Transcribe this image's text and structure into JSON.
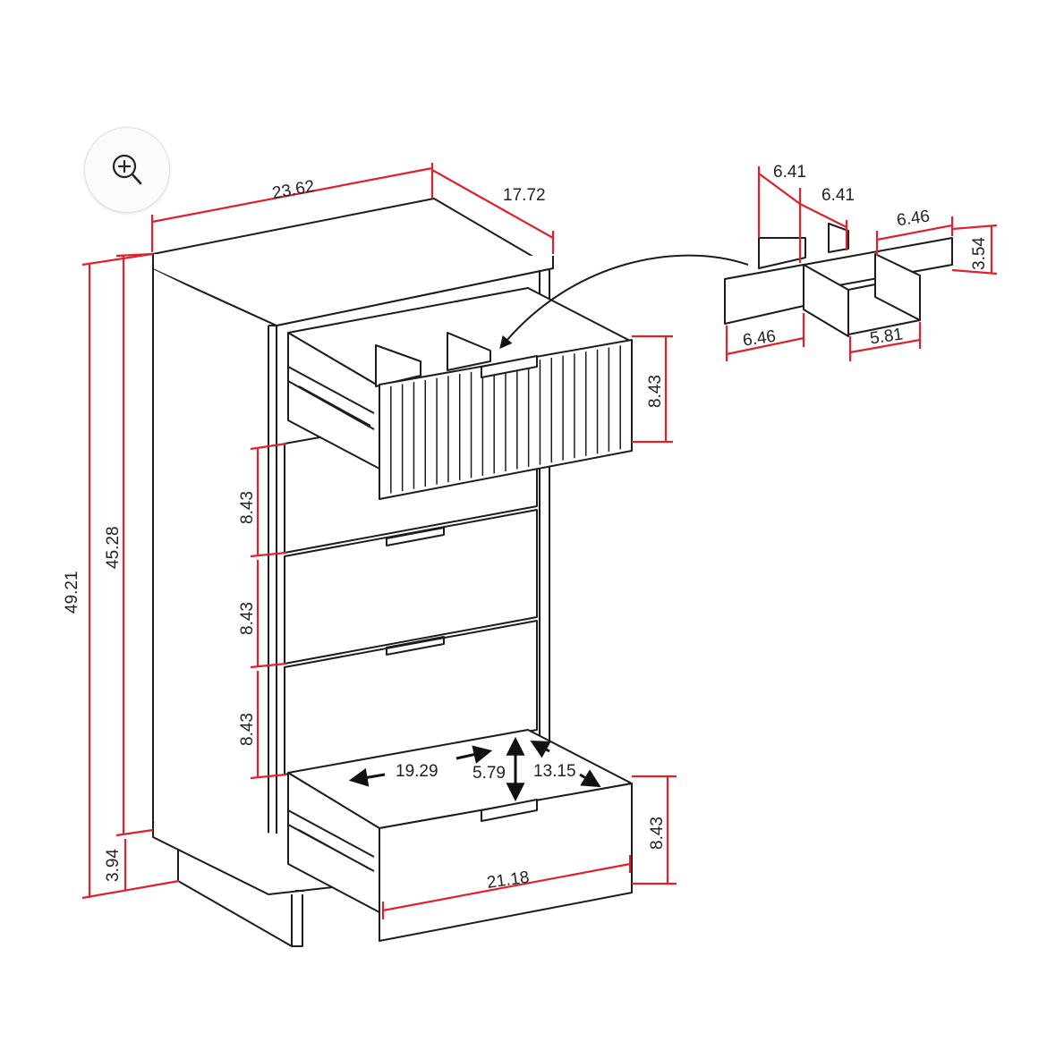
{
  "controls": {
    "zoom_icon": "zoom-in-icon"
  },
  "colors": {
    "dimension_line": "#e0212c",
    "outline": "#1c1c1c",
    "background": "#ffffff"
  },
  "dimensions": {
    "top_width": "23.62",
    "top_depth": "17.72",
    "total_height": "49.21",
    "body_height": "45.28",
    "leg_height": "3.94",
    "top_drawer_front": "8.43",
    "drawer_2": "8.43",
    "drawer_3": "8.43",
    "drawer_4": "8.43",
    "bottom_drawer_front": "8.43",
    "inner_width": "19.29",
    "inner_height": "5.79",
    "inner_depth": "13.15",
    "drawer_front_width": "21.18"
  },
  "divider": {
    "top_a": "6.41",
    "top_b": "6.41",
    "top_right": "6.46",
    "height": "3.54",
    "bottom_left": "6.46",
    "bottom_right": "5.81"
  }
}
